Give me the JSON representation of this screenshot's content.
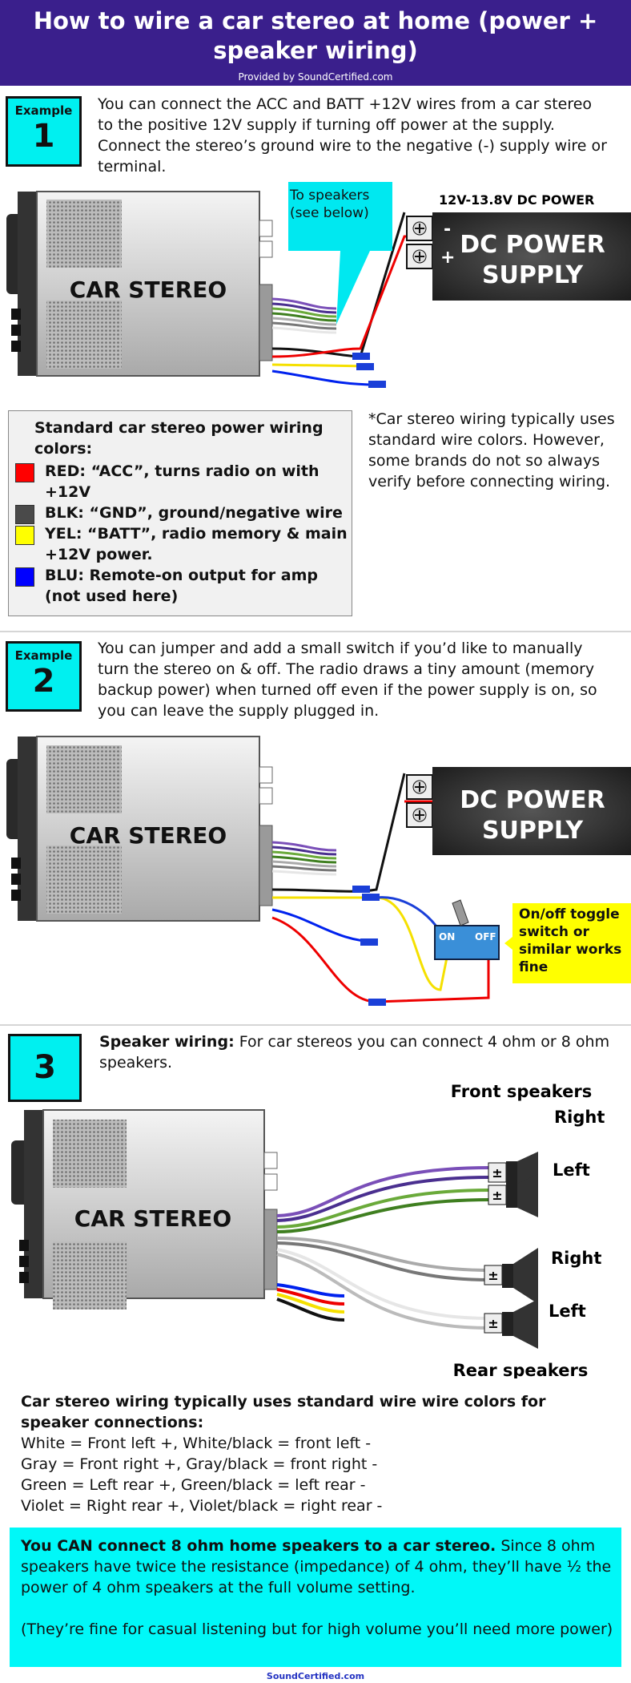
{
  "header": {
    "title": "How to wire a car stereo at home (power + speaker wiring)",
    "provided_by": "Provided by SoundCertified.com"
  },
  "example1": {
    "label": "Example",
    "number": "1",
    "text": "You can connect the ACC and BATT +12V wires from a car stereo to the positive 12V supply if turning off power at the supply. Connect the stereo’s ground wire to the negative (-) supply wire or terminal.",
    "stereo_label": "CAR STEREO",
    "callout": "To speakers (see below)",
    "power_label": "12V-13.8V DC POWER",
    "supply_line1": "DC POWER",
    "supply_line2": "SUPPLY",
    "terminal_minus": "-",
    "terminal_plus": "+"
  },
  "legend": {
    "title": "Standard car stereo power wiring colors:",
    "items": [
      {
        "color": "#ff0000",
        "text": "RED: “ACC”, turns radio on with +12V"
      },
      {
        "color": "#4a4a4a",
        "text": "BLK: “GND”, ground/negative wire"
      },
      {
        "color": "#ffff00",
        "text": "YEL: “BATT”, radio memory & main +12V power."
      },
      {
        "color": "#0000ff",
        "text": "BLU: Remote-on output for amp (not used here)"
      }
    ]
  },
  "note": "*Car stereo wiring typically uses standard wire colors. However, some brands do not so always verify before connecting wiring.",
  "example2": {
    "label": "Example",
    "number": "2",
    "text": "You can jumper and add a small switch if you’d like to manually turn the stereo on & off. The radio draws a tiny amount (memory backup power) when turned off even if the power supply is on, so you can leave the supply plugged in.",
    "stereo_label": "CAR STEREO",
    "supply_line1": "DC POWER",
    "supply_line2": "SUPPLY",
    "switch_on": "ON",
    "switch_off": "OFF",
    "toggle_note": "On/off toggle switch or similar works fine"
  },
  "example3": {
    "number": "3",
    "text_bold": "Speaker wiring:",
    "text_rest": " For car stereos you can connect 4 ohm or 8 ohm speakers.",
    "stereo_label": "CAR STEREO",
    "front_speakers": "Front speakers",
    "rear_speakers": "Rear speakers",
    "right_top": "Right",
    "left_top": "Left",
    "right_bottom": "Right",
    "left_bottom": "Left"
  },
  "wire_colors": {
    "intro": "Car stereo wiring typically uses standard wire wire colors for speaker connections:",
    "lines": [
      "White = Front left +, White/black = front left -",
      "Gray = Front right +, Gray/black = front right -",
      "Green = Left rear +, Green/black = left rear -",
      "Violet = Right rear +, Violet/black = right rear -"
    ]
  },
  "bottom_box": {
    "bold": "You CAN connect 8 ohm home speakers to a car stereo.",
    "text": "Since 8 ohm speakers have twice the resistance (impedance) of 4 ohm, they’ll have ½ the power of 4 ohm speakers at the full volume setting.",
    "text2": "(They’re fine for casual listening but for high volume you’ll need more power)"
  },
  "footer": "SoundCertified.com",
  "colors": {
    "header_bg": "#3a1f8c",
    "cyan": "#00f0f0",
    "yellow_callout": "#ffff00"
  }
}
